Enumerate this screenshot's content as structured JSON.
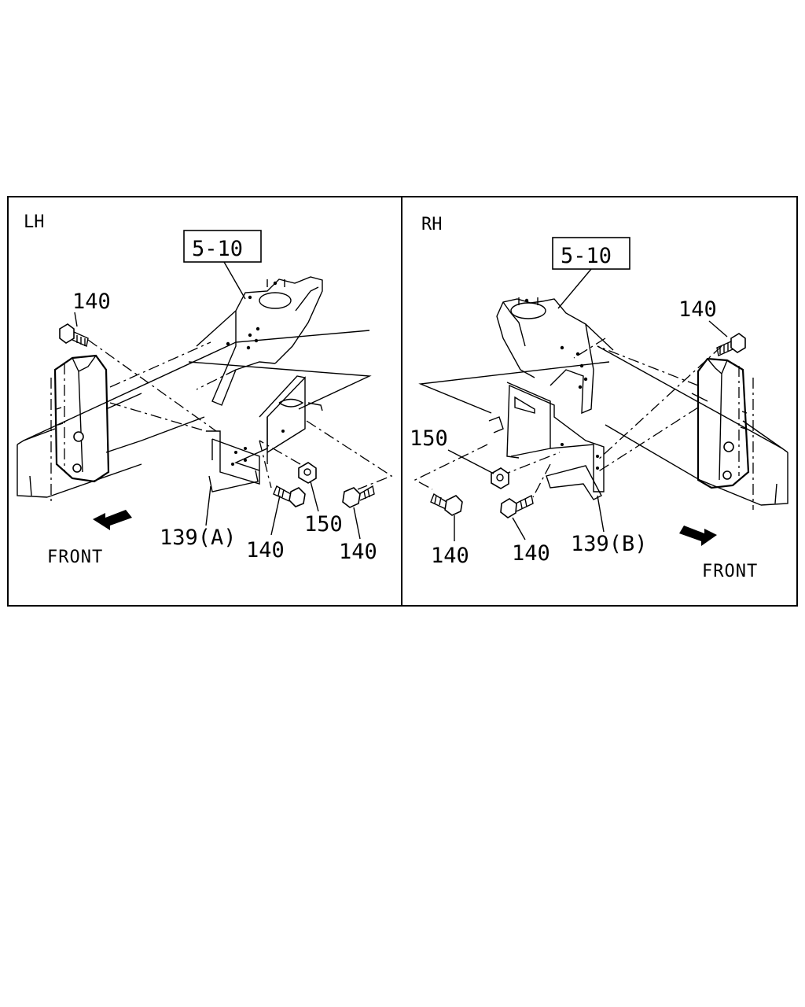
{
  "panels": [
    {
      "side_label": "LH",
      "ref_box": "5-10",
      "callouts": [
        "140",
        "139(A)",
        "140",
        "150",
        "140"
      ],
      "front_label": "FRONT"
    },
    {
      "side_label": "RH",
      "ref_box": "5-10",
      "callouts": [
        "140",
        "150",
        "140",
        "140",
        "139(B)"
      ],
      "front_label": "FRONT"
    }
  ]
}
